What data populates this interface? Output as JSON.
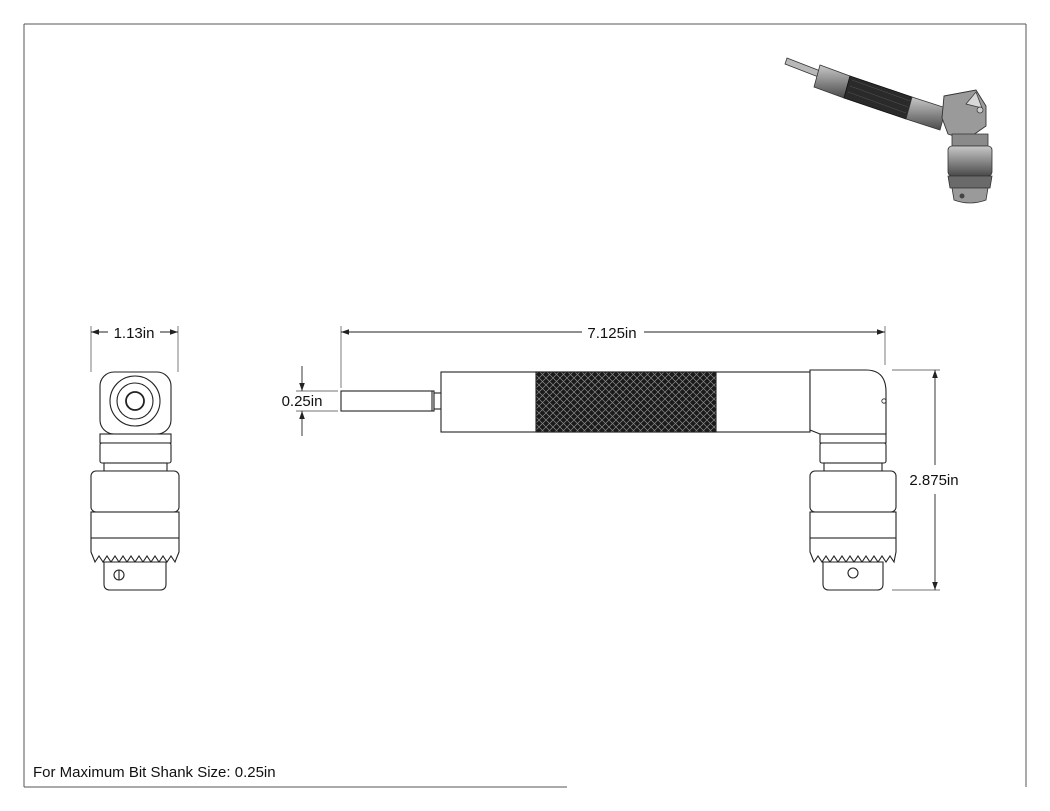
{
  "dimensions": {
    "front_width": "1.13in",
    "overall_length": "7.125in",
    "shank_diameter": "0.25in",
    "overall_height": "2.875in"
  },
  "note": {
    "text": "For Maximum Bit Shank Size: 0.25in"
  },
  "colors": {
    "line": "#222222",
    "knurl": "#1a1a1a",
    "iso_body": "#8a8a8a"
  }
}
